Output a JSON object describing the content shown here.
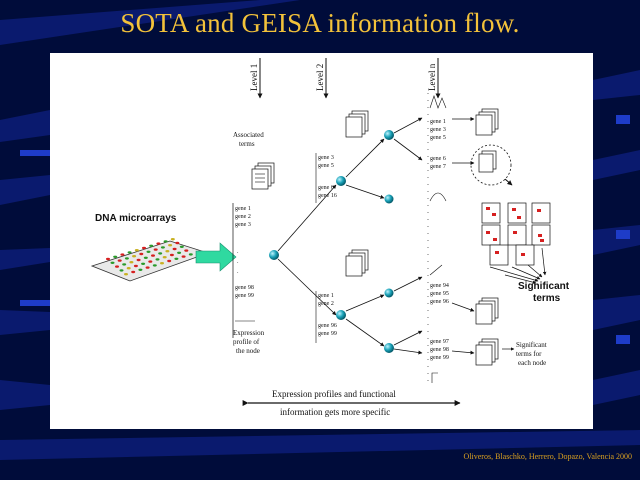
{
  "slide": {
    "title": "SOTA and GEISA information flow.",
    "credit": "Oliveros, Blaschko, Herrero, Dopazo, Valencia 2000"
  },
  "diagram": {
    "levels": [
      "Level 1",
      "Level 2",
      "Level n"
    ],
    "input_label": "DNA microarrays",
    "associated_label": "Associated",
    "expression_label_1": "Expression",
    "expression_label_2": "profile of",
    "expression_label_3": "the node",
    "significant_label_1": "Significant",
    "significant_label_2": "terms",
    "sig_node_1": "Significant",
    "sig_node_2": "terms for",
    "sig_node_3": "each node",
    "bottom_line_1": "Expression profiles and functional",
    "bottom_line_2": "information gets more specific",
    "genes_level1_top": [
      "gene 1",
      "gene 2",
      "gene 3"
    ],
    "genes_level1_bottom": [
      "gene 98",
      "gene 99"
    ],
    "genes_level2_a": [
      "gene 3",
      "gene 5"
    ],
    "genes_level2_b": [
      "gene 6",
      "gene 16"
    ],
    "genes_level2_c": [
      "gene 1",
      "gene 2"
    ],
    "genes_level2_d": [
      "gene 96",
      "gene 99"
    ],
    "genes_leveln_a": [
      "gene 1",
      "gene 3",
      "gene 5"
    ],
    "genes_leveln_b": [
      "gene 6",
      "gene 7"
    ],
    "genes_leveln_c": [
      "gene 94",
      "gene 95",
      "gene 96"
    ],
    "genes_leveln_d": [
      "gene 97",
      "gene 98",
      "gene 99"
    ]
  },
  "colors": {
    "background": "#000c3a",
    "title": "#f3c23a",
    "arrow_fill": "#2fd9a0",
    "node": "#1aa2b8"
  }
}
